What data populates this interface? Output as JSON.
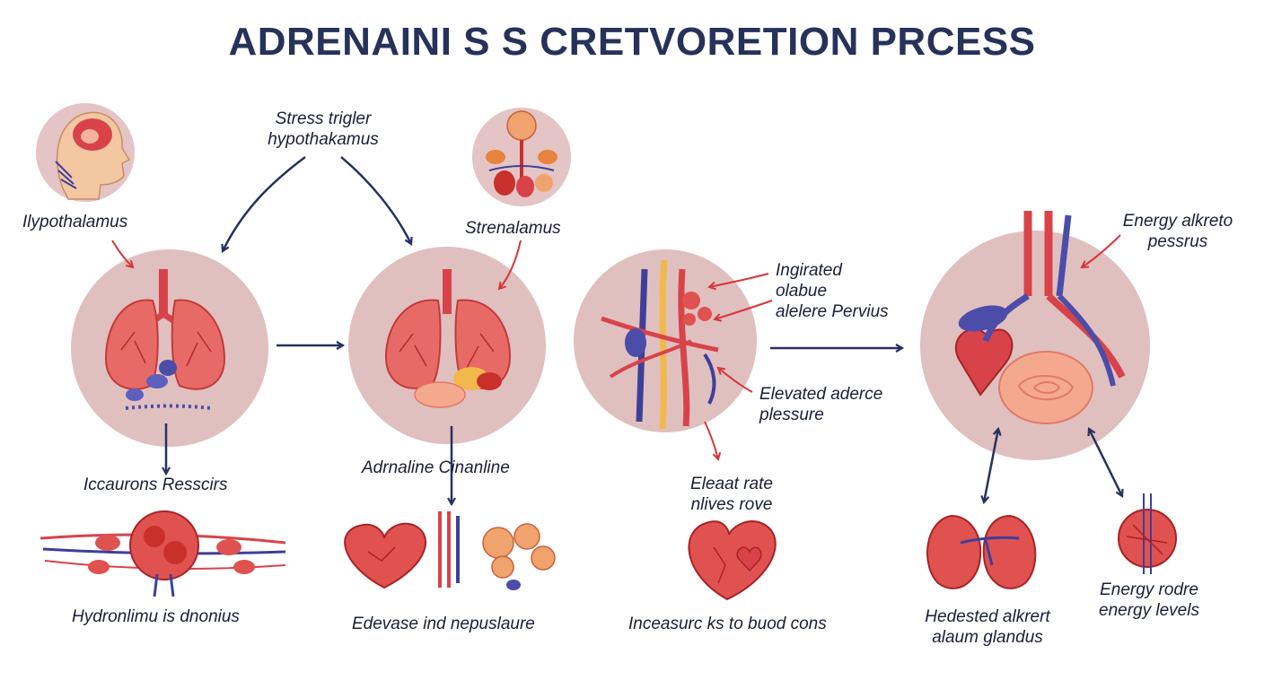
{
  "title": "ADRENAINI S S CRETVORETION PRCESS",
  "labels": {
    "stress_trigger": [
      "Stress trigler",
      "hypothakamus"
    ],
    "hypothalamus": "Ilypothalamus",
    "strenalamus": "Strenalamus",
    "ingirated": [
      "Ingirated",
      "olabue",
      "alelere Pervius"
    ],
    "energy_top": [
      "Energy alkreto",
      "pessrus"
    ],
    "elevated_pressure": [
      "Elevated aderce",
      "plessure"
    ],
    "iccaurons": "Iccaurons Resscirs",
    "adrnaline": "Adrnaline  Cinanline",
    "elevated_rate": [
      "Elеaat rate",
      "nlives rove"
    ],
    "hydronlimu": "Hydronlimu is dnonius",
    "edevase": "Edevase ind nepuslaure",
    "inceasurc": "Inceasurc ks to buod cons",
    "hedested": [
      "Hedested alkrert",
      "alaum glandus"
    ],
    "energy_bottom": [
      "Energy rodre",
      "energy levels"
    ]
  },
  "colors": {
    "title": "#26325a",
    "arrow_navy": "#25315e",
    "arrow_red": "#d8363a",
    "circle_fill": "#e0bfbf",
    "organ_red": "#e0524f",
    "vessel_blue": "#3d3f9a"
  }
}
